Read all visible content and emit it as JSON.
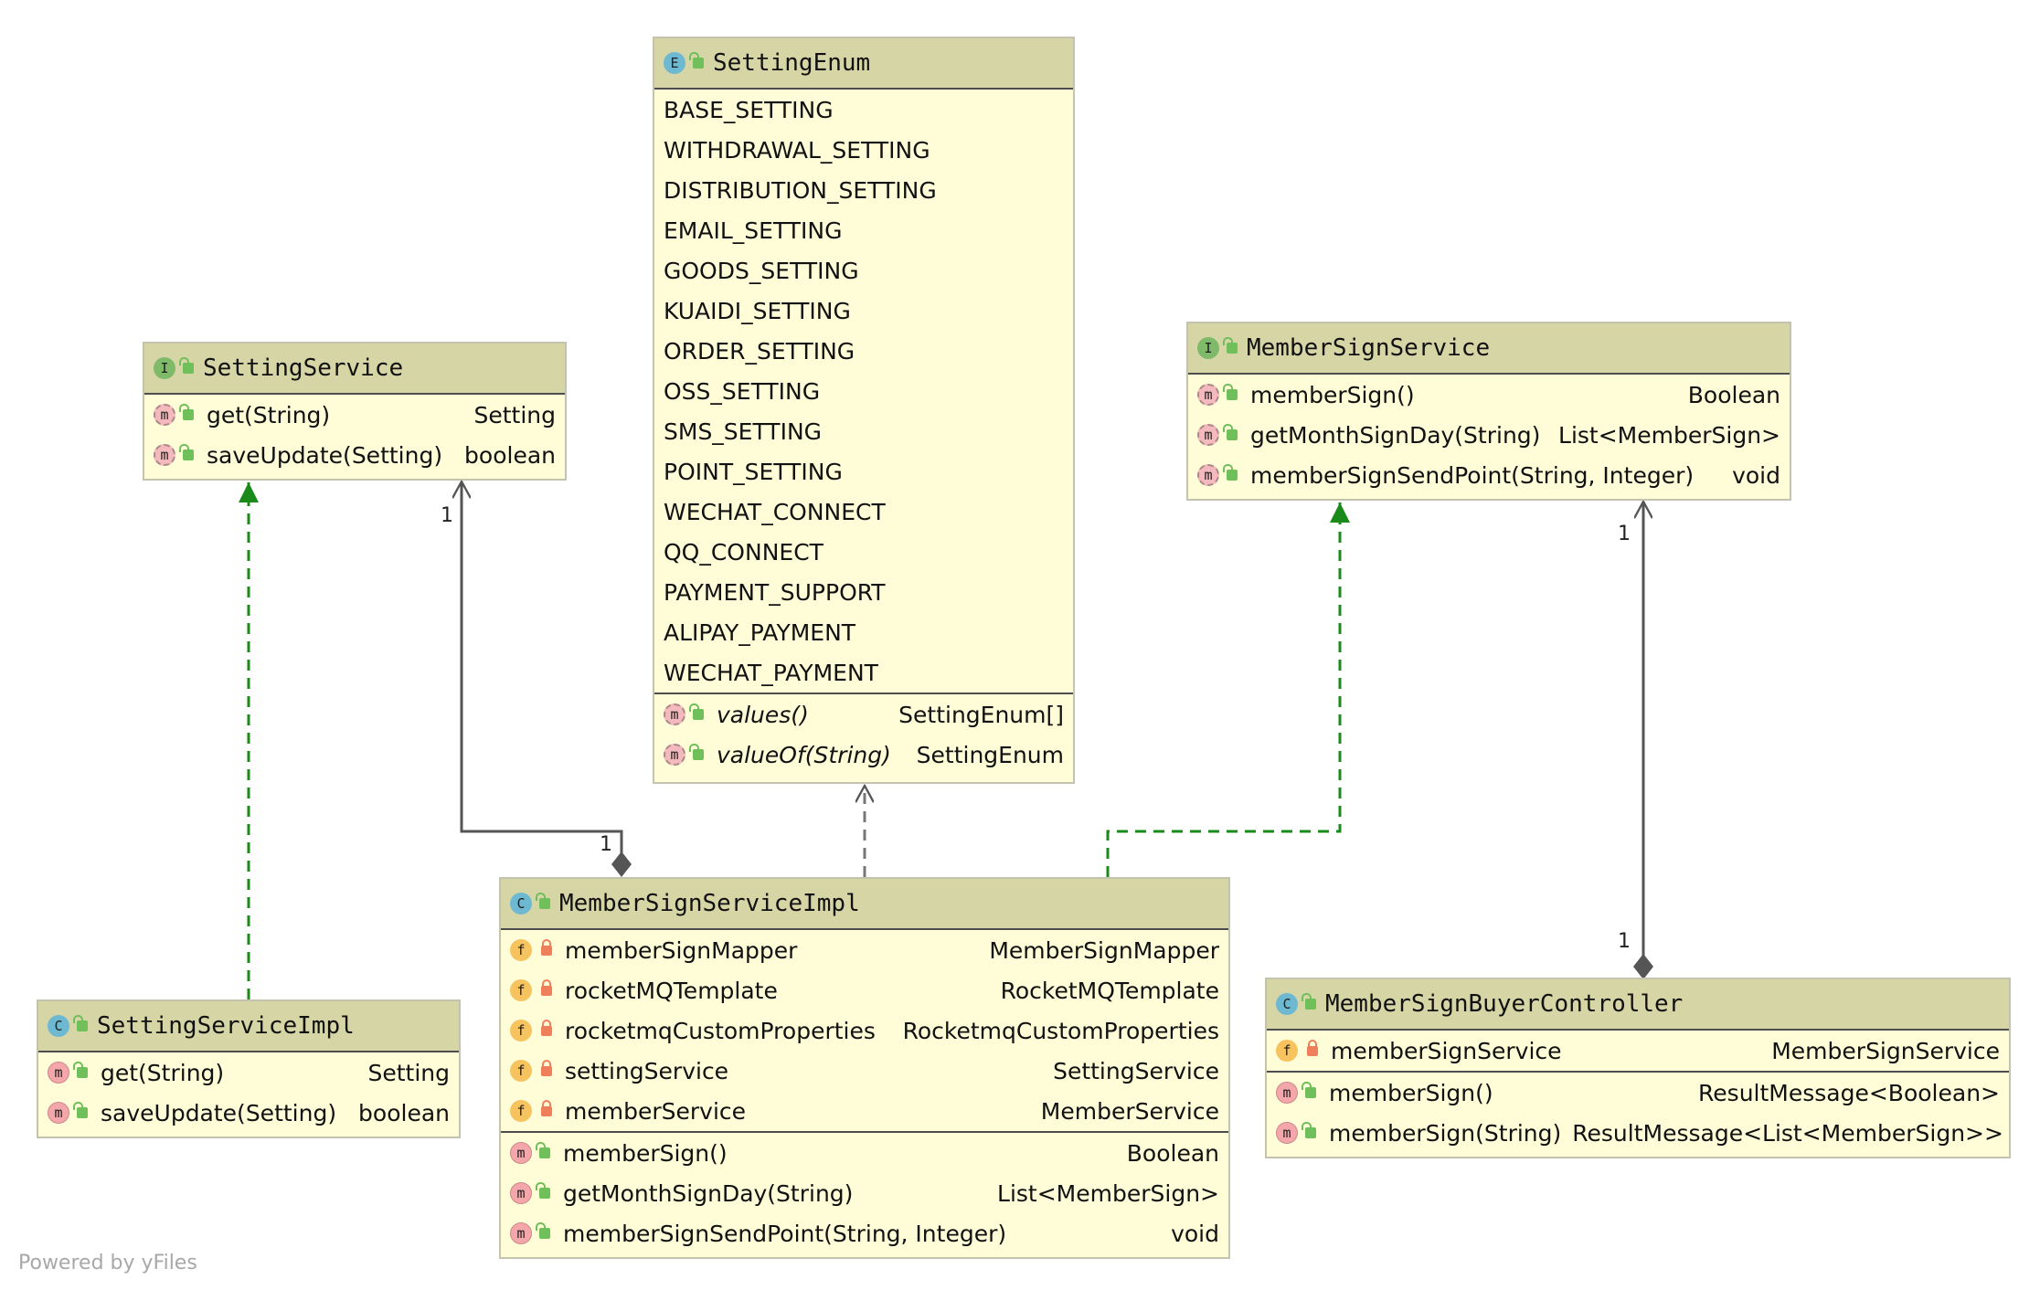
{
  "watermark": "Powered by yFiles",
  "colors": {
    "node_fill": "#fefdd8",
    "header_fill": "#d6d5a6",
    "realization_edge": "#1a8a1a",
    "association_edge": "#555555",
    "dependency_edge": "#777777"
  },
  "nodes": {
    "setting_enum": {
      "kind": "E",
      "title": "SettingEnum",
      "constants": [
        "BASE_SETTING",
        "WITHDRAWAL_SETTING",
        "DISTRIBUTION_SETTING",
        "EMAIL_SETTING",
        "GOODS_SETTING",
        "KUAIDI_SETTING",
        "ORDER_SETTING",
        "OSS_SETTING",
        "SMS_SETTING",
        "POINT_SETTING",
        "WECHAT_CONNECT",
        "QQ_CONNECT",
        "PAYMENT_SUPPORT",
        "ALIPAY_PAYMENT",
        "WECHAT_PAYMENT"
      ],
      "methods": [
        {
          "name": "values()",
          "type": "SettingEnum[]"
        },
        {
          "name": "valueOf(String)",
          "type": "SettingEnum"
        }
      ]
    },
    "setting_service": {
      "kind": "I",
      "title": "SettingService",
      "methods": [
        {
          "name": "get(String)",
          "type": "Setting"
        },
        {
          "name": "saveUpdate(Setting)",
          "type": "boolean"
        }
      ]
    },
    "member_sign_service": {
      "kind": "I",
      "title": "MemberSignService",
      "methods": [
        {
          "name": "memberSign()",
          "type": "Boolean"
        },
        {
          "name": "getMonthSignDay(String)",
          "type": "List<MemberSign>"
        },
        {
          "name": "memberSignSendPoint(String, Integer)",
          "type": "void"
        }
      ]
    },
    "setting_service_impl": {
      "kind": "C",
      "title": "SettingServiceImpl",
      "methods": [
        {
          "name": "get(String)",
          "type": "Setting"
        },
        {
          "name": "saveUpdate(Setting)",
          "type": "boolean"
        }
      ]
    },
    "member_sign_service_impl": {
      "kind": "C",
      "title": "MemberSignServiceImpl",
      "fields": [
        {
          "name": "memberSignMapper",
          "type": "MemberSignMapper"
        },
        {
          "name": "rocketMQTemplate",
          "type": "RocketMQTemplate"
        },
        {
          "name": "rocketmqCustomProperties",
          "type": "RocketmqCustomProperties"
        },
        {
          "name": "settingService",
          "type": "SettingService"
        },
        {
          "name": "memberService",
          "type": "MemberService"
        }
      ],
      "methods": [
        {
          "name": "memberSign()",
          "type": "Boolean"
        },
        {
          "name": "getMonthSignDay(String)",
          "type": "List<MemberSign>"
        },
        {
          "name": "memberSignSendPoint(String, Integer)",
          "type": "void"
        }
      ]
    },
    "member_sign_buyer_controller": {
      "kind": "C",
      "title": "MemberSignBuyerController",
      "fields": [
        {
          "name": "memberSignService",
          "type": "MemberSignService"
        }
      ],
      "methods": [
        {
          "name": "memberSign()",
          "type": "ResultMessage<Boolean>"
        },
        {
          "name": "memberSign(String)",
          "type": "ResultMessage<List<MemberSign>>"
        }
      ]
    }
  },
  "multiplicities": {
    "impl_to_setting_service_source": "1",
    "impl_to_setting_service_target": "1",
    "controller_to_member_sign_service_source": "1",
    "controller_to_member_sign_service_target": "1"
  }
}
